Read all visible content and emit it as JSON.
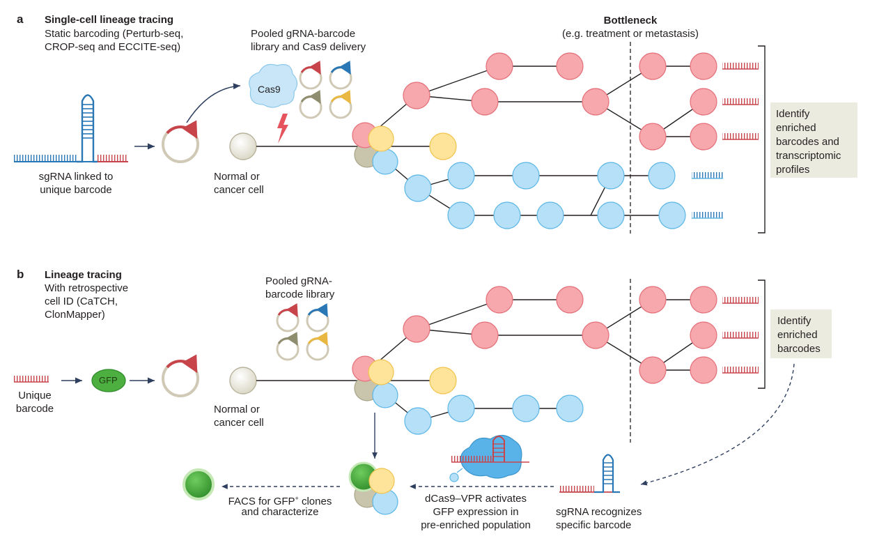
{
  "panel_a": {
    "letter": "a",
    "title": "Single-cell lineage tracing",
    "subtitle_line1": "Static barcoding (Perturb-seq,",
    "subtitle_line2": "CROP-seq and ECCITE-seq)",
    "library_line1": "Pooled gRNA-barcode",
    "library_line2": "library and Cas9 delivery",
    "cas9_label": "Cas9",
    "sgrna_line1": "sgRNA linked to",
    "sgrna_line2": "unique barcode",
    "cell_line1": "Normal or",
    "cell_line2": "cancer cell",
    "bottleneck_title": "Bottleneck",
    "bottleneck_sub": "(e.g. treatment or metastasis)",
    "identify_lines": [
      "Identify",
      "enriched",
      "barcodes and",
      "transcriptomic",
      "profiles"
    ]
  },
  "panel_b": {
    "letter": "b",
    "title": "Lineage tracing",
    "subtitle_line1": "With retrospective",
    "subtitle_line2": "cell ID (CaTCH,",
    "subtitle_line3": "ClonMapper)",
    "library_line1": "Pooled gRNA-",
    "library_line2": "barcode library",
    "barcode_line1": "Unique",
    "barcode_line2": "barcode",
    "gfp_label": "GFP",
    "cell_line1": "Normal or",
    "cell_line2": "cancer cell",
    "identify_lines": [
      "Identify",
      "enriched",
      "barcodes"
    ],
    "facs_line1_pre": "FACS for GFP",
    "facs_sup": "+",
    "facs_line1_post": " clones",
    "facs_line2": "and characterize",
    "dcas9_line1": "dCas9–VPR activates",
    "dcas9_line2": "GFP expression in",
    "dcas9_line3": "pre-enriched population",
    "recog_line1": "sgRNA recognizes",
    "recog_line2": "specific barcode"
  },
  "colors": {
    "pink_fill": "#f6a8ad",
    "pink_stroke": "#e46e78",
    "blue_fill": "#b6e0f7",
    "blue_stroke": "#5cb6e6",
    "yellow_fill": "#fde49a",
    "yellow_stroke": "#f1c34f",
    "tan_fill": "#c9c5ad",
    "green_fill": "#4caf3f",
    "red_arrow": "#c8444b",
    "blue_arrow": "#2a77b5",
    "olive_arrow": "#8f8d6f",
    "gold_arrow": "#e9b842",
    "navy": "#2f3f5f"
  }
}
